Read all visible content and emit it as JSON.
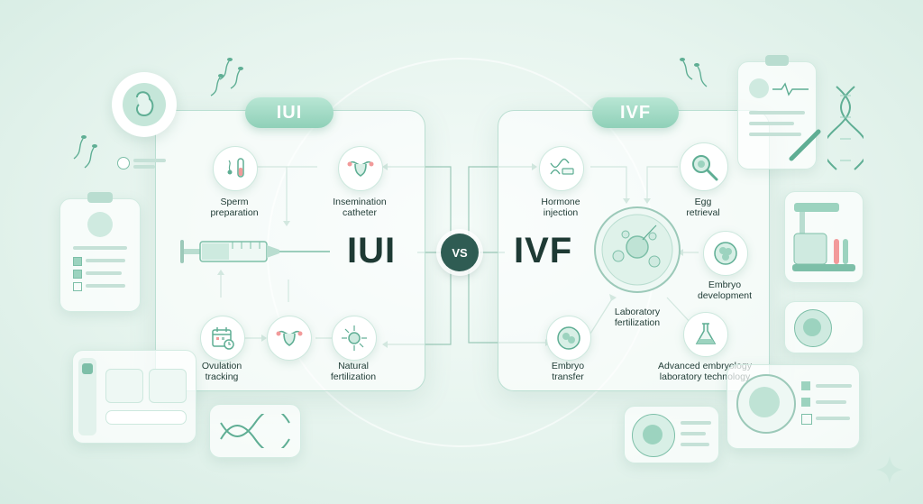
{
  "iui": {
    "pill": "IUI",
    "title": "IUI",
    "steps": [
      {
        "line1": "Sperm",
        "line2": "preparation",
        "icon": "sperm-tube-icon"
      },
      {
        "line1": "Insemination",
        "line2": "catheter",
        "icon": "uterus-icon"
      },
      {
        "line1": "Ovulation",
        "line2": "tracking",
        "icon": "calendar-icon"
      },
      {
        "line1": "",
        "line2": "",
        "icon": "uterus-icon"
      },
      {
        "line1": "Natural",
        "line2": "fertilization",
        "icon": "egg-sperm-icon"
      }
    ]
  },
  "vs_label": "VS",
  "ivf": {
    "pill": "IVF",
    "title": "IVF",
    "steps": [
      {
        "line1": "Hormone",
        "line2": "injection",
        "icon": "dna-syringe-icon"
      },
      {
        "line1": "Egg",
        "line2": "retrieval",
        "icon": "magnifier-icon"
      },
      {
        "line1": "Laboratory",
        "line2": "fertilization",
        "icon": "petri-dish-icon"
      },
      {
        "line1": "Embryo",
        "line2": "development",
        "icon": "embryo-icon"
      },
      {
        "line1": "Embryo",
        "line2": "transfer",
        "icon": "embryo-transfer-icon"
      },
      {
        "line1": "Advanced embryology",
        "line2": "laboratory technology",
        "icon": "flask-icon"
      }
    ]
  },
  "colors": {
    "accent": "#8fd0b8",
    "dark": "#2f5c53",
    "text": "#1f3b35",
    "icon": "#5fae94"
  }
}
